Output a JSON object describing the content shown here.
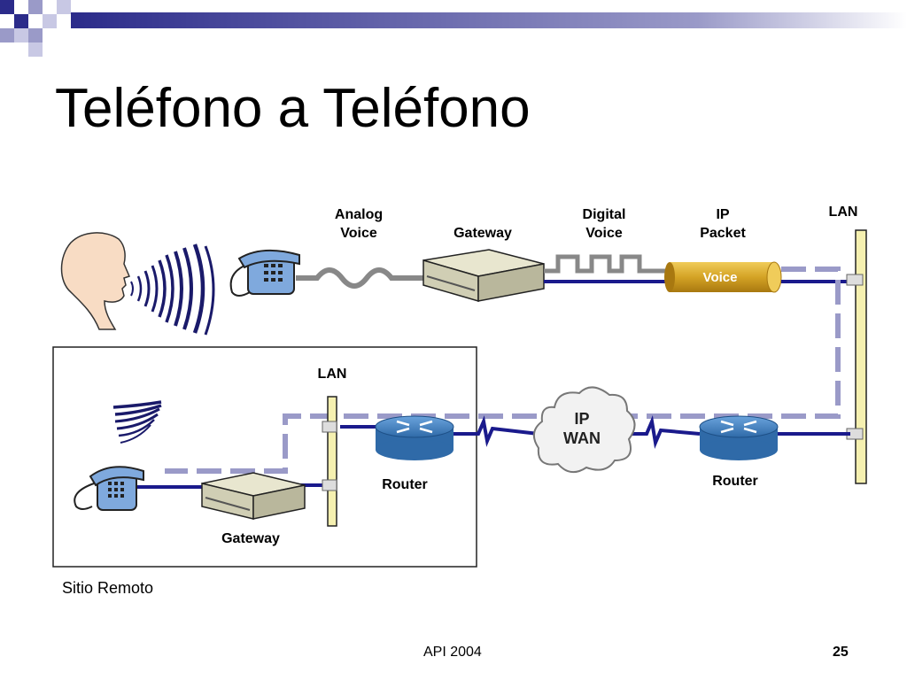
{
  "slide": {
    "title": "Teléfono a Teléfono",
    "footer_left": "API 2004",
    "page_number": "25"
  },
  "diagram": {
    "top": {
      "analog_voice": [
        "Analog",
        "Voice"
      ],
      "gateway": "Gateway",
      "digital_voice": [
        "Digital",
        "Voice"
      ],
      "ip_packet": [
        "IP",
        "Packet"
      ],
      "voice_packet": "Voice",
      "lan": "LAN"
    },
    "remote": {
      "lan": "LAN",
      "router": "Router",
      "gateway": "Gateway",
      "site_label": "Sitio Remoto"
    },
    "wan": {
      "line1": "IP",
      "line2": "WAN"
    },
    "right_router": "Router"
  },
  "colors": {
    "link": "#1a1a8c",
    "packet_path": "#9a9ac8",
    "phone": "#7fa9dd",
    "router": "#4a86c5",
    "lan_bar": "#f5f0b0",
    "gateway_top": "#e8e6cf",
    "voice_packet": "#d4a325",
    "corner_accent": "#2b2b8a"
  }
}
